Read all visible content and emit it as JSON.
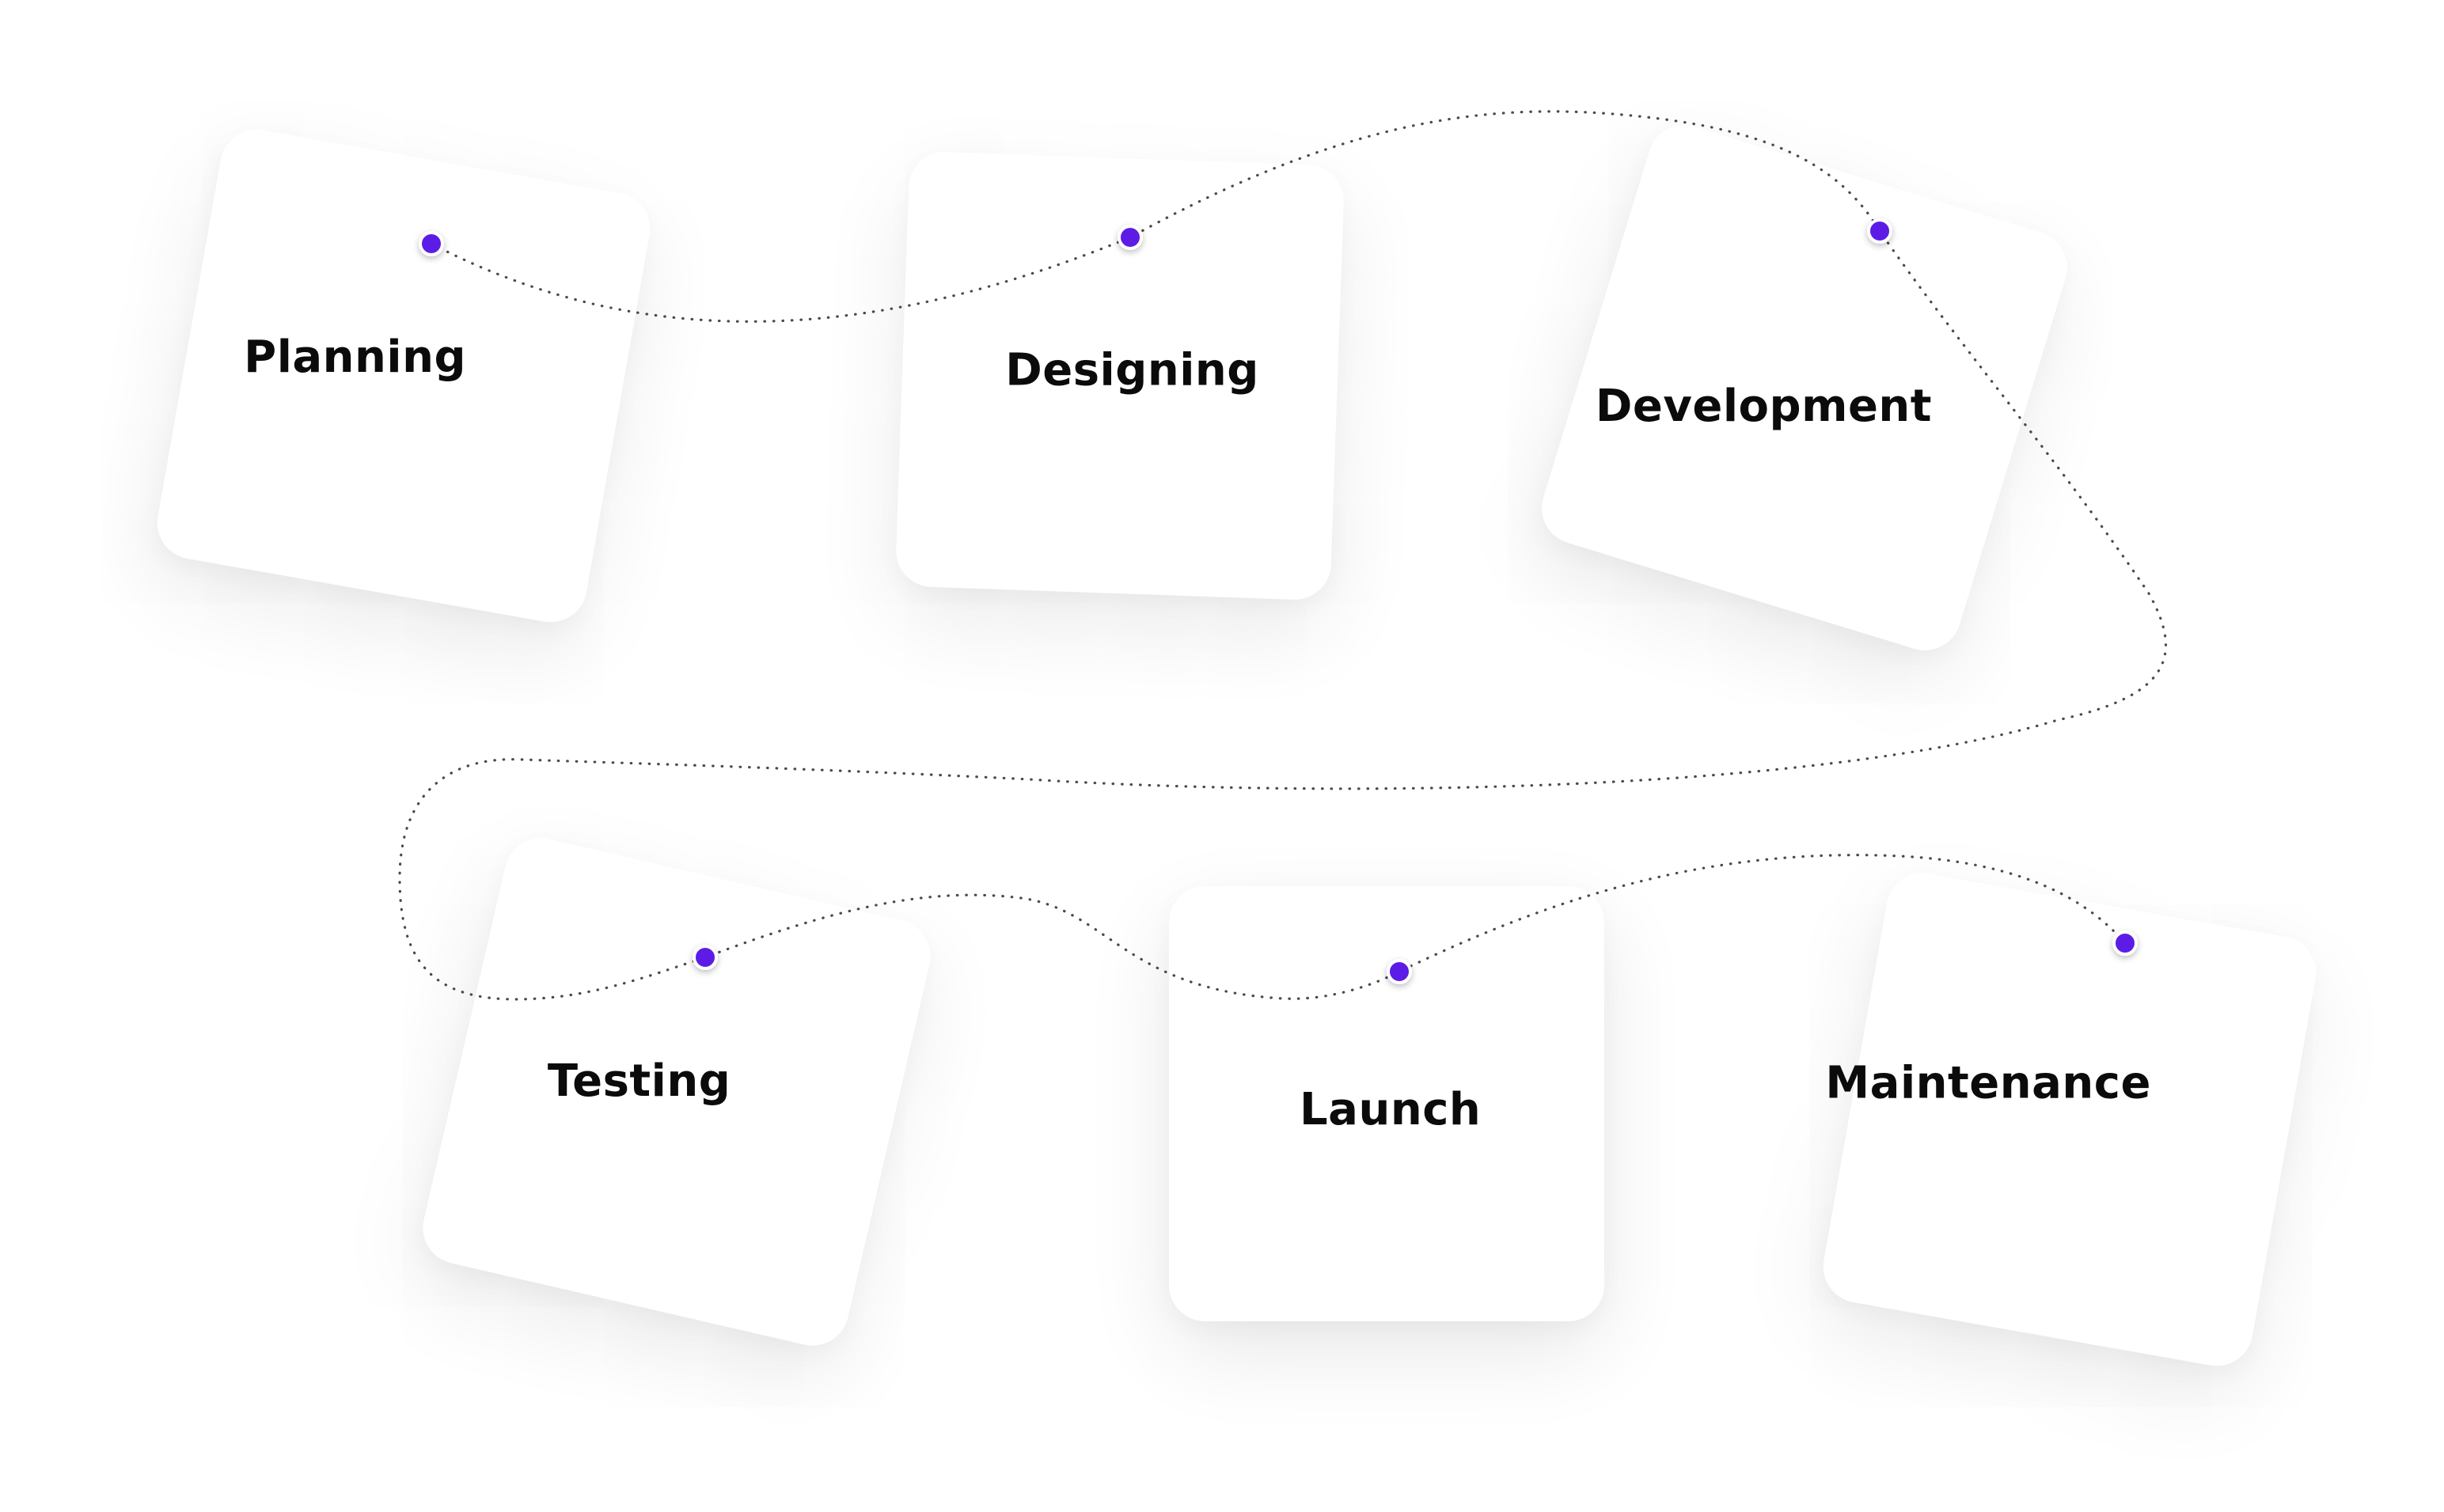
{
  "steps": [
    {
      "label": "Planning"
    },
    {
      "label": "Designing"
    },
    {
      "label": "Development"
    },
    {
      "label": "Testing"
    },
    {
      "label": "Launch"
    },
    {
      "label": "Maintenance"
    }
  ],
  "colors": {
    "node": "#5b1de6",
    "path": "#4a4a4a",
    "card": "#ffffff",
    "text": "#0b0b0b"
  }
}
